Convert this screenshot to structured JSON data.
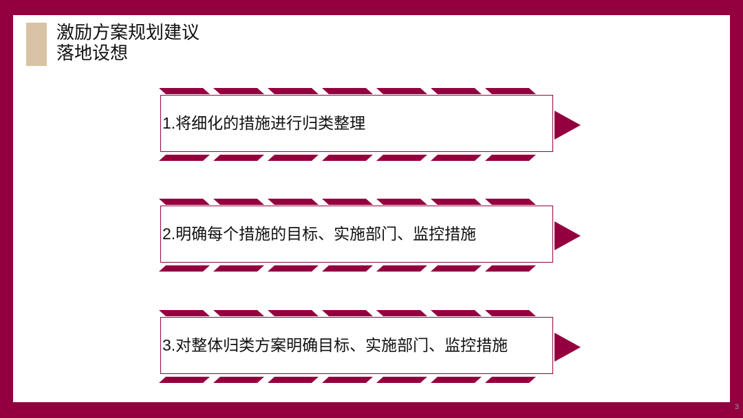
{
  "title": {
    "line1": "激励方案规划建议",
    "line2": "落地设想"
  },
  "steps": [
    {
      "text": "1.将细化的措施进行归类整理"
    },
    {
      "text": "2.明确每个措施的目标、实施部门、监控措施"
    },
    {
      "text": "3.对整体归类方案明确目标、实施部门、监控措施"
    }
  ],
  "page_number": "3",
  "colors": {
    "frame": "#94003f",
    "accent": "#d9c3a6",
    "background": "#ffffff",
    "text": "#111111"
  }
}
